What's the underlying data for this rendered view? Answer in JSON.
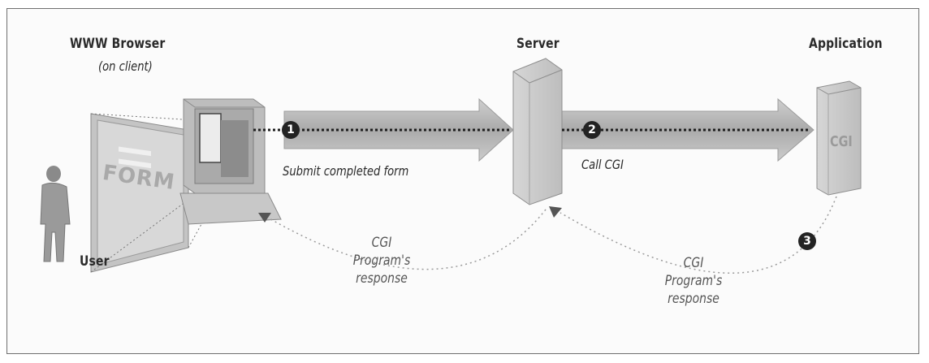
{
  "nodes": {
    "browser": {
      "title": "WWW Browser",
      "subtitle": "(on client)",
      "screen_text": "FORM"
    },
    "server": {
      "title": "Server"
    },
    "application": {
      "title": "Application",
      "box_text": "CGI"
    },
    "user": {
      "label": "User"
    }
  },
  "steps": [
    {
      "number": "1",
      "label": "Submit completed form"
    },
    {
      "number": "2",
      "label": "Call CGI"
    },
    {
      "number": "3",
      "label": ""
    }
  ],
  "responses": [
    {
      "line1": "CGI",
      "line2": "Program's",
      "line3": "response"
    },
    {
      "line1": "CGI",
      "line2": "Program's",
      "line3": "response"
    }
  ],
  "colors": {
    "arrow": "#b9b9b9",
    "arrow_edge": "#8f8f8f",
    "badge": "#232323",
    "dotted_line": "#1e1e1e",
    "response_curve": "#9a9a9a"
  }
}
